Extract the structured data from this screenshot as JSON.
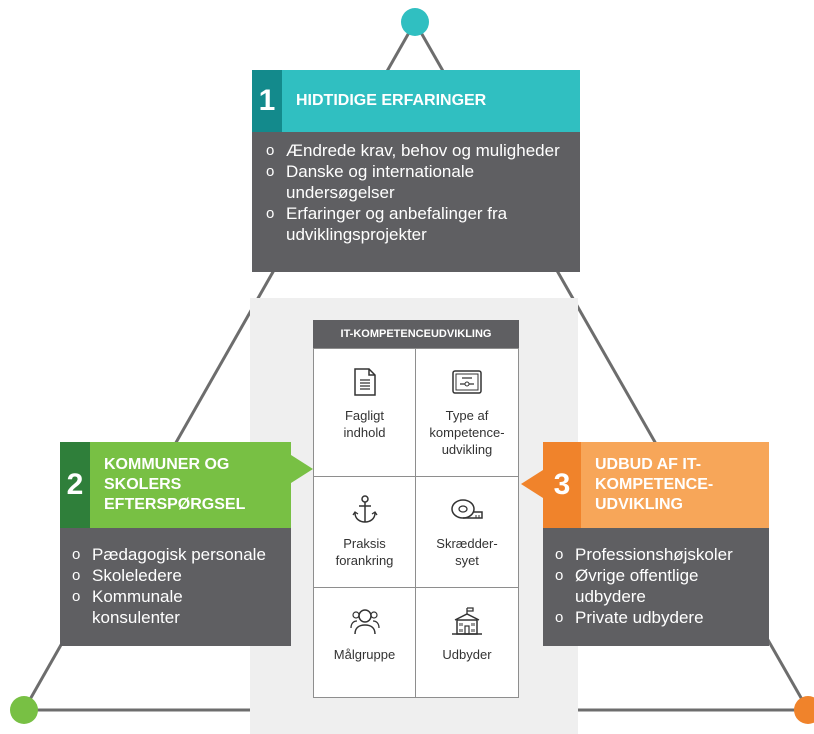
{
  "box1": {
    "number": "1",
    "title": "HIDTIDIGE ERFARINGER",
    "items": [
      "Ændrede krav, behov og muligheder",
      "Danske og internationale undersøgelser",
      "Erfaringer og anbefalinger fra udviklingsprojekter"
    ]
  },
  "box2": {
    "number": "2",
    "title": "KOMMUNER OG SKOLERS EFTERSPØRGSEL",
    "items": [
      "Pædagogisk personale",
      "Skoleledere",
      "Kommunale konsulenter"
    ]
  },
  "box3": {
    "number": "3",
    "title": "UDBUD AF IT-KOMPETENCE-UDVIKLING",
    "items": [
      "Professionshøjskoler",
      "Øvrige offentlige udbydere",
      "Private udbydere"
    ]
  },
  "center": {
    "title": "IT-KOMPETENCEUDVIKLING",
    "cells": [
      {
        "label": "Fagligt indhold",
        "icon": "document-icon"
      },
      {
        "label": "Type af kompetence-udvikling",
        "icon": "certificate-icon"
      },
      {
        "label": "Praksis forankring",
        "icon": "anchor-icon"
      },
      {
        "label": "Skrædder-syet",
        "icon": "measuring-tape-icon"
      },
      {
        "label": "Målgruppe",
        "icon": "people-icon"
      },
      {
        "label": "Udbyder",
        "icon": "school-building-icon"
      }
    ]
  },
  "colors": {
    "teal": "#30bfc1",
    "green": "#78c044",
    "orange": "#f7a659",
    "gray": "#5f5f62"
  }
}
